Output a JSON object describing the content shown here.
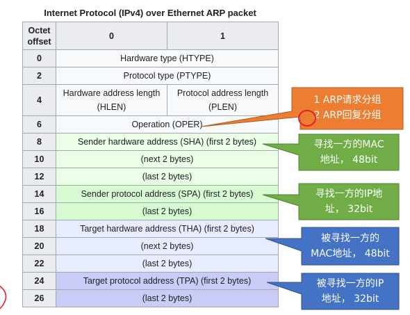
{
  "caption": "Internet Protocol (IPv4) over Ethernet ARP packet",
  "header": {
    "octet_offset": "Octet offset",
    "col0": "0",
    "col1": "1"
  },
  "rows": [
    {
      "offset": "0",
      "field": "Hardware type (HTYPE)"
    },
    {
      "offset": "2",
      "field": "Protocol type (PTYPE)"
    },
    {
      "offset": "4",
      "field_a": "Hardware address length (HLEN)",
      "field_b": "Protocol address length (PLEN)"
    },
    {
      "offset": "6",
      "field": "Operation (OPER)"
    },
    {
      "offset": "8",
      "field": "Sender hardware address (SHA) (first 2 bytes)"
    },
    {
      "offset": "10",
      "field": "(next 2 bytes)"
    },
    {
      "offset": "12",
      "field": "(last 2 bytes)"
    },
    {
      "offset": "14",
      "field": "Sender protocol address (SPA) (first 2 bytes)"
    },
    {
      "offset": "16",
      "field": "(last 2 bytes)"
    },
    {
      "offset": "18",
      "field": "Target hardware address (THA) (first 2 bytes)"
    },
    {
      "offset": "20",
      "field": "(next 2 bytes)"
    },
    {
      "offset": "22",
      "field": "(last 2 bytes)"
    },
    {
      "offset": "24",
      "field": "Target protocol address (TPA) (first 2 bytes)"
    },
    {
      "offset": "26",
      "field": "(last 2 bytes)"
    }
  ],
  "callouts": {
    "oper": {
      "line1": "1 ARP请求分组",
      "line2": "2 ARP回复分组",
      "color": "#ed7d31"
    },
    "sha": {
      "line1": "寻找一方的MAC",
      "line2": "地址， 48bit",
      "color": "#70ad47"
    },
    "spa": {
      "line1": "寻找一方的IP地",
      "line2": "址， 32bit",
      "color": "#70ad47"
    },
    "tha": {
      "line1": "被寻找一方的",
      "line2": "MAC地址， 48bit",
      "color": "#4472c4"
    },
    "tpa": {
      "line1": "被寻找一方的IP",
      "line2": "地址， 32bit",
      "color": "#4472c4"
    }
  },
  "colors": {
    "header_bg": "#eaecf0",
    "cell_bg": "#f8f9fa",
    "sha_bg": "#eaffe6",
    "spa_bg": "#d8fcd2",
    "tha_bg": "#e8ecff",
    "tpa_bg": "#c8ccf6",
    "annotation_red": "#e0202a"
  }
}
